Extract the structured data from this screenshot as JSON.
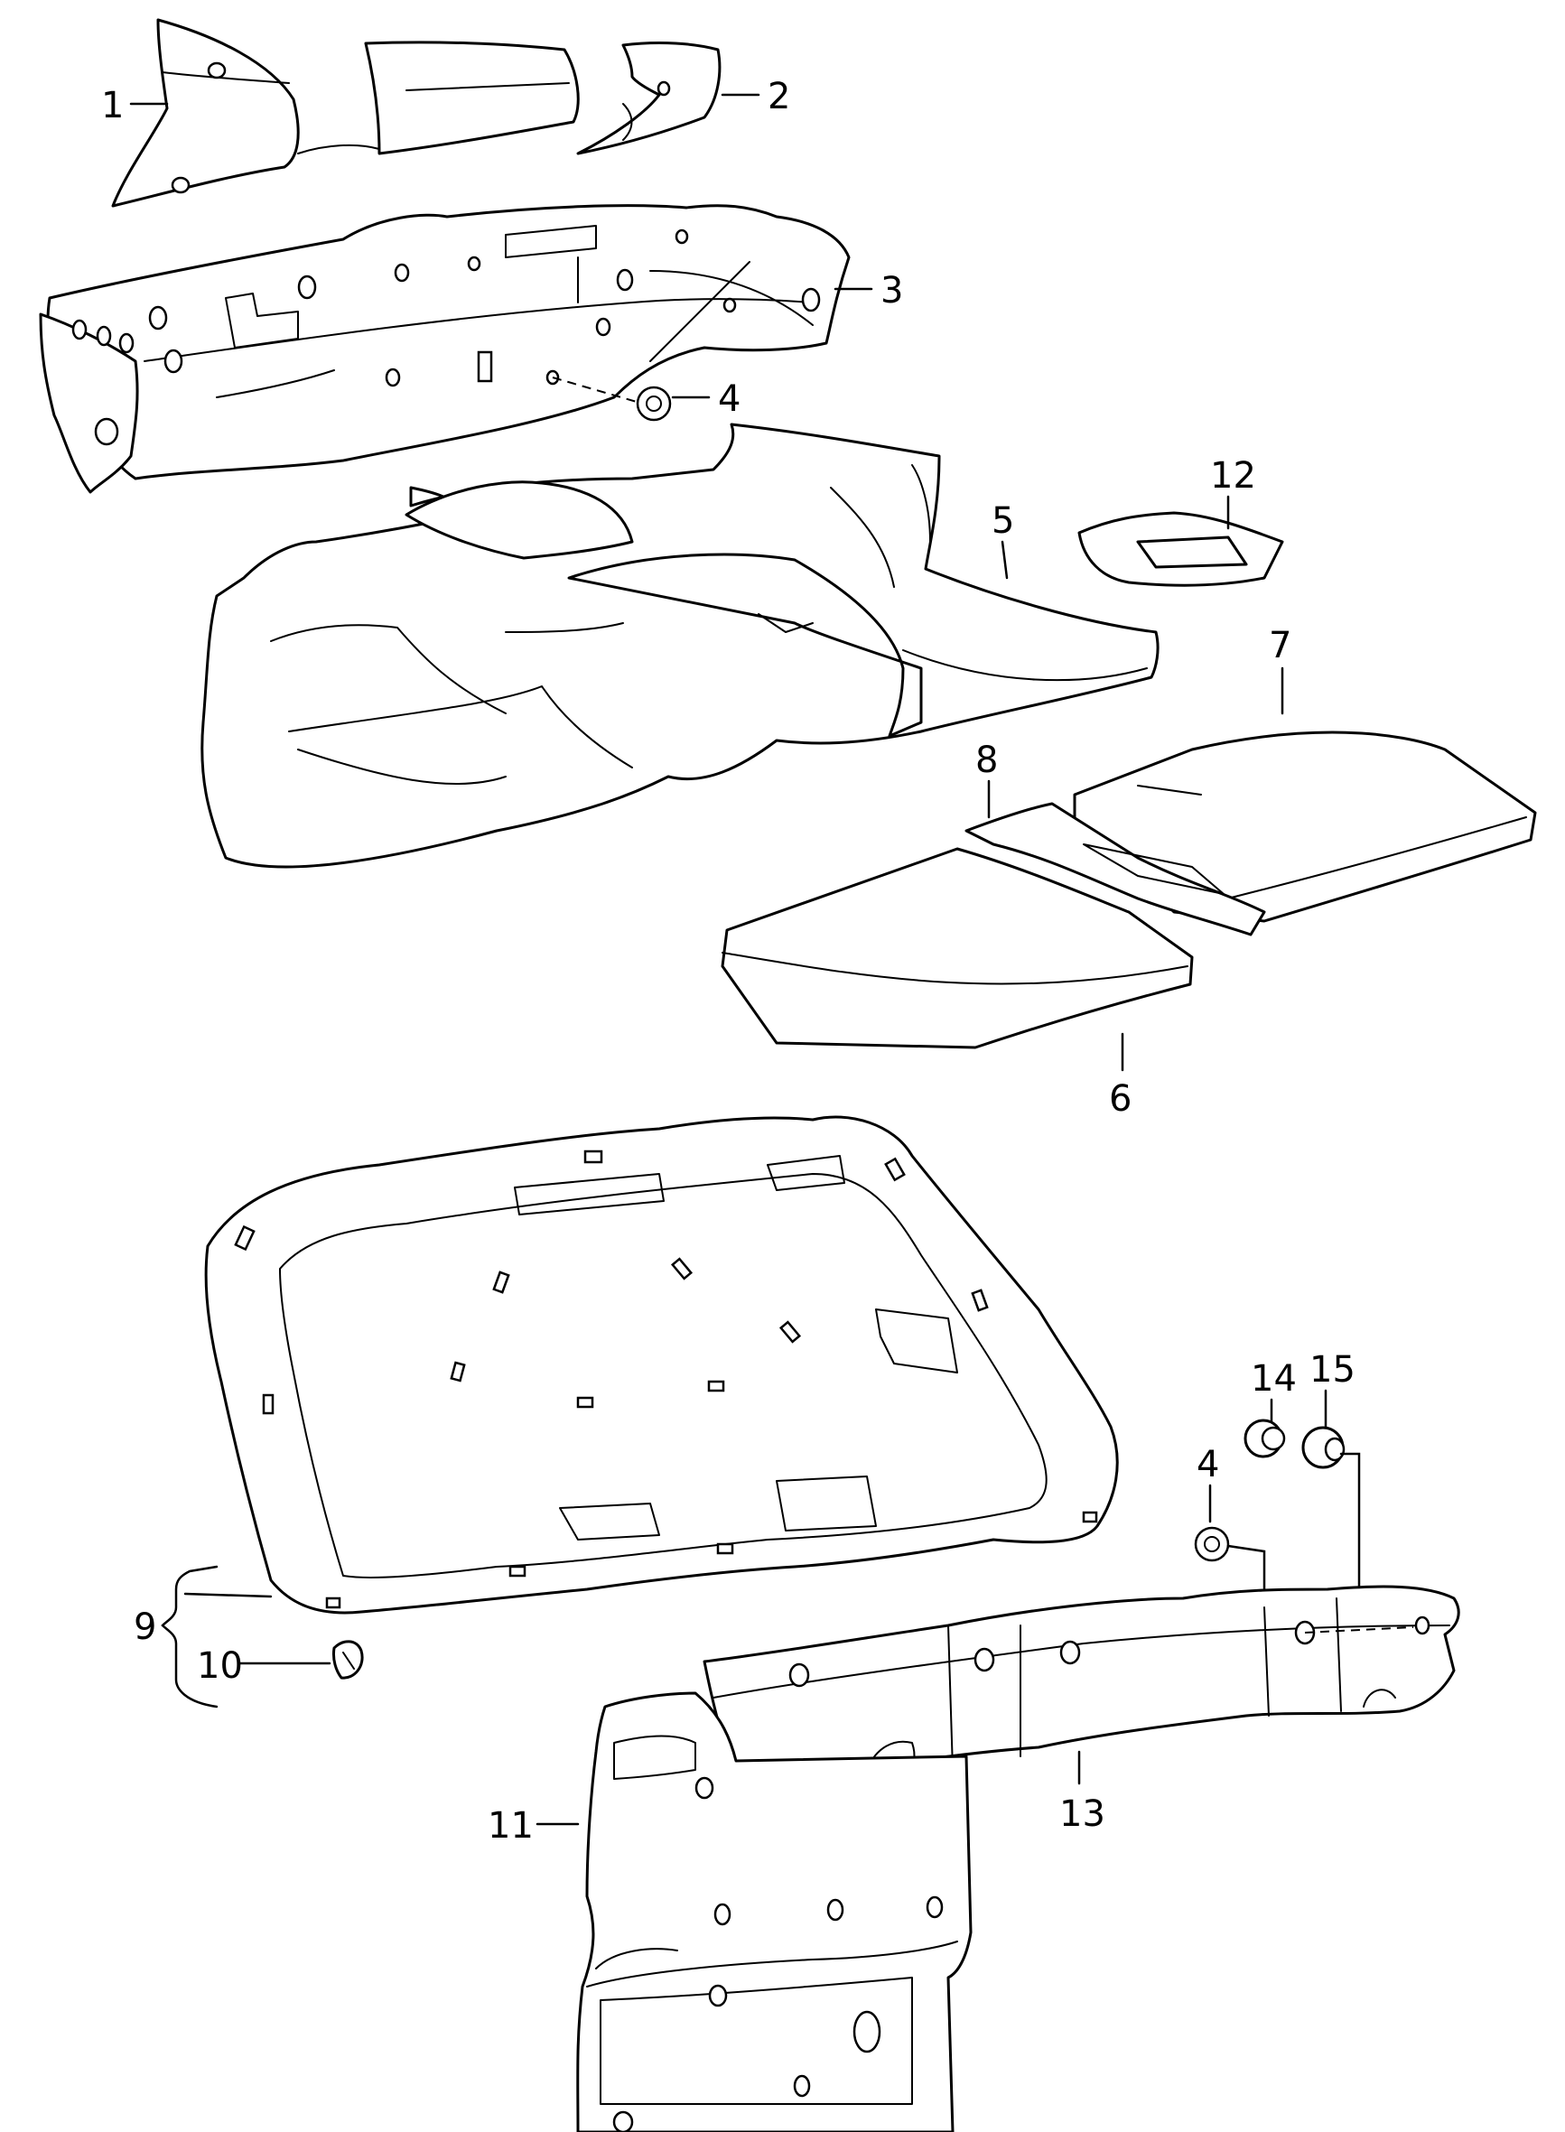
{
  "callouts": [
    {
      "id": "1",
      "label": "1"
    },
    {
      "id": "2",
      "label": "2"
    },
    {
      "id": "3",
      "label": "3"
    },
    {
      "id": "4a",
      "label": "4"
    },
    {
      "id": "5",
      "label": "5"
    },
    {
      "id": "6",
      "label": "6"
    },
    {
      "id": "7",
      "label": "7"
    },
    {
      "id": "8",
      "label": "8"
    },
    {
      "id": "9",
      "label": "9"
    },
    {
      "id": "10",
      "label": "10"
    },
    {
      "id": "11",
      "label": "11"
    },
    {
      "id": "12",
      "label": "12"
    },
    {
      "id": "13",
      "label": "13"
    },
    {
      "id": "4b",
      "label": "4"
    },
    {
      "id": "14",
      "label": "14"
    },
    {
      "id": "15",
      "label": "15"
    }
  ],
  "colors": {
    "line": "#000000",
    "background": "#ffffff"
  }
}
